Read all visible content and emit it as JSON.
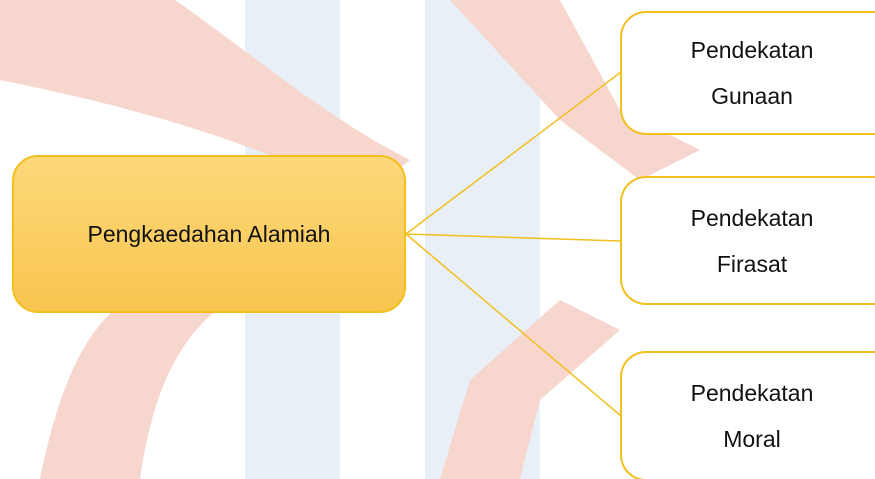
{
  "diagram": {
    "root": {
      "label": "Pengkaedahan Alamiah"
    },
    "branches": [
      {
        "line1": "Pendekatan",
        "line2": "Gunaan"
      },
      {
        "line1": "Pendekatan",
        "line2": "Firasat"
      },
      {
        "line1": "Pendekatan",
        "line2": "Moral"
      }
    ],
    "colors": {
      "accent_border": "#f2bf1e",
      "root_fill": "#f9cc5f",
      "connector": "#f2bf1e",
      "watermark_red": "#f3c2b8",
      "watermark_blue": "#e6eef6"
    }
  }
}
